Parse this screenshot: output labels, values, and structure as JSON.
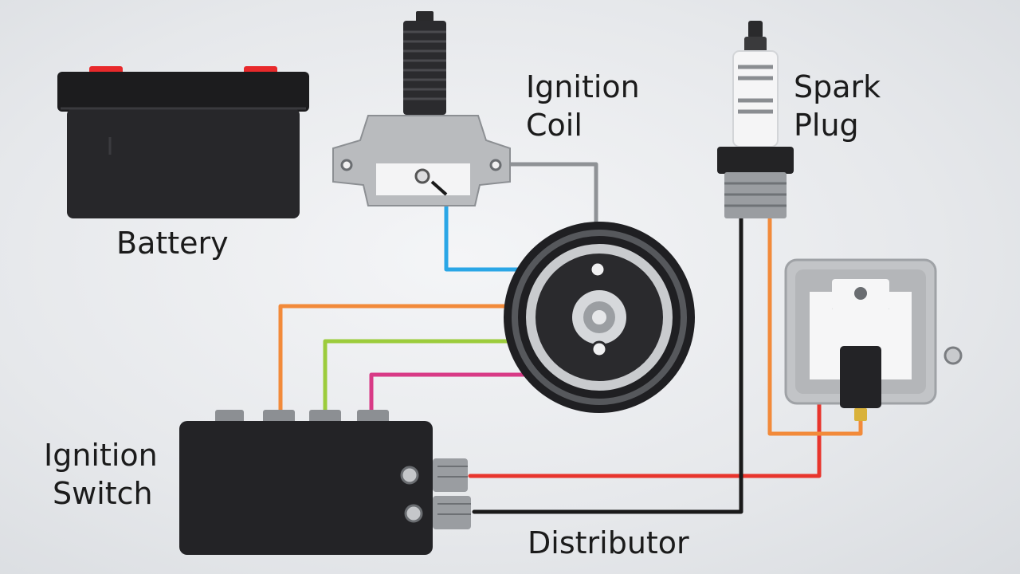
{
  "labels": {
    "battery": "Battery",
    "ignition_coil_line1": "Ignition",
    "ignition_coil_line2": "Coil",
    "spark_plug_line1": "Spark",
    "spark_plug_line2": "Plug",
    "ignition_switch_line1": "Ignition",
    "ignition_switch_line2": "Switch",
    "distributor": "Distributor"
  },
  "colors": {
    "background": "#e8eaed",
    "component_dark": "#1f1f21",
    "terminal_red": "#e8292b",
    "coil_body": "#b9bbbe",
    "wire_gray": "#8f9296",
    "wire_blue": "#2aa6e6",
    "wire_orange": "#f28a3a",
    "wire_green": "#9ccc3c",
    "wire_magenta": "#d83a86",
    "wire_red": "#e8352d",
    "wire_black": "#1a1a1a"
  }
}
